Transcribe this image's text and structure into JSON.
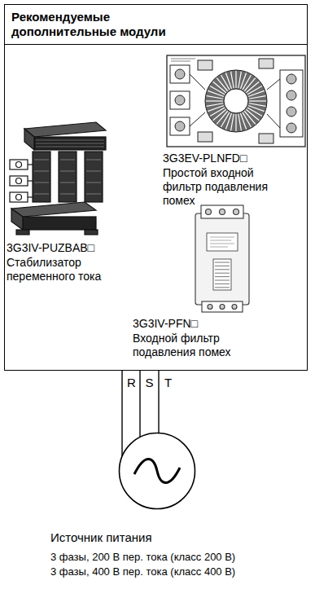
{
  "diagram": {
    "nodes": [
      {
        "text": [
          "Рекомендуемые дополнительные модули"
        ]
      },
      {
        "text": [
          "Источник питания",
          "3 фазы, 200 В пер. тока (класс 200 В)",
          "3 фазы, 400 В пер. тока (класс 400 В)"
        ]
      }
    ],
    "edges": [
      {
        "from": 0,
        "to": 1,
        "arrow": "none",
        "label": "R"
      },
      {
        "from": 0,
        "to": 1,
        "arrow": "none",
        "label": "S"
      },
      {
        "from": 0,
        "to": 1,
        "arrow": "none",
        "label": "T"
      }
    ],
    "labels": [
      "3G3EV-PLNFD□",
      "Простой входной фильтр подавления помех",
      "3G3IV-PUZBAB□",
      "Стабилизатор переменного тока",
      "3G3IV-PFN□",
      "Входной фильтр подавления помех"
    ]
  }
}
